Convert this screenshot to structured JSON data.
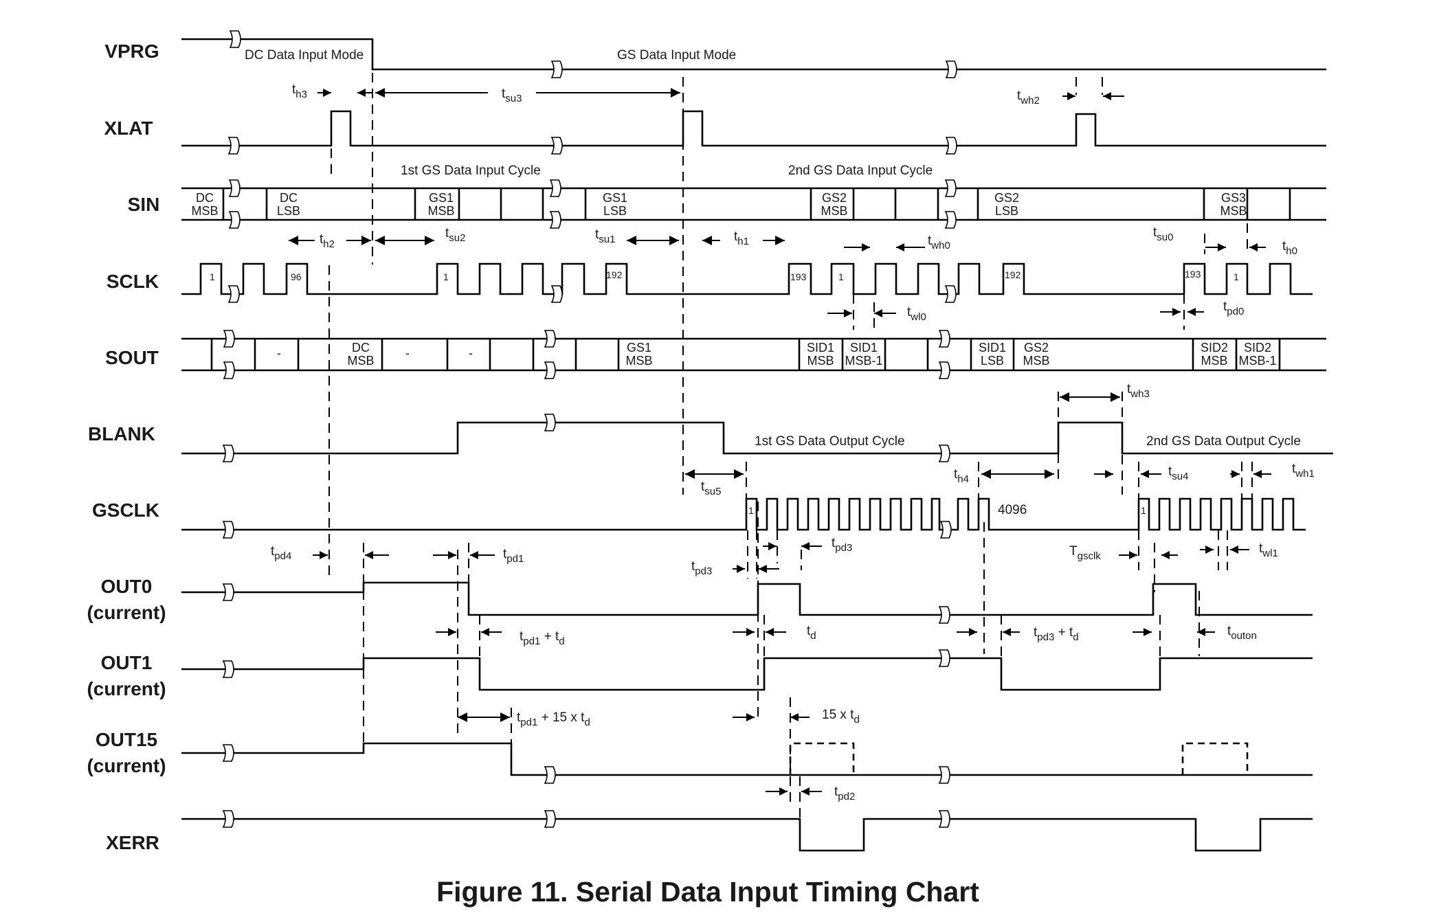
{
  "signals": [
    {
      "name": "VPRG"
    },
    {
      "name": "XLAT"
    },
    {
      "name": "SIN"
    },
    {
      "name": "SCLK"
    },
    {
      "name": "SOUT"
    },
    {
      "name": "BLANK"
    },
    {
      "name": "GSCLK"
    },
    {
      "name": "OUT0",
      "sub": "(current)"
    },
    {
      "name": "OUT1",
      "sub": "(current)"
    },
    {
      "name": "OUT15",
      "sub": "(current)"
    },
    {
      "name": "XERR"
    }
  ],
  "phases": {
    "dc_input_mode": "DC Data Input Mode",
    "gs_input_mode": "GS Data Input Mode",
    "gs_input_cycle_1": "1st GS Data Input Cycle",
    "gs_input_cycle_2": "2nd GS Data Input Cycle",
    "gs_output_cycle_1": "1st GS Data Output Cycle",
    "gs_output_cycle_2": "2nd GS Data Output Cycle"
  },
  "sin_cells": [
    [
      "DC",
      "MSB"
    ],
    [
      "DC",
      "LSB"
    ],
    [
      "GS1",
      "MSB"
    ],
    [
      "GS1",
      "LSB"
    ],
    [
      "GS2",
      "MSB"
    ],
    [
      "GS2",
      "LSB"
    ],
    [
      "GS3",
      "MSB"
    ]
  ],
  "sout_cells": [
    [
      "-"
    ],
    [
      "DC",
      "MSB"
    ],
    [
      "-"
    ],
    [
      "-"
    ],
    [
      "GS1",
      "MSB"
    ],
    [
      "SID1",
      "MSB"
    ],
    [
      "SID1",
      "MSB-1"
    ],
    [
      "SID1",
      "LSB"
    ],
    [
      "GS2",
      "MSB"
    ],
    [
      "SID2",
      "MSB"
    ],
    [
      "SID2",
      "MSB-1"
    ]
  ],
  "sclk_marks": [
    "1",
    "96",
    "1",
    "192",
    "193",
    "1",
    "192",
    "193",
    "1"
  ],
  "gsclk_marks": [
    "1",
    "4096",
    "1"
  ],
  "timing_params": [
    {
      "t": "t",
      "s": "h3"
    },
    {
      "t": "t",
      "s": "su3"
    },
    {
      "t": "t",
      "s": "wh2"
    },
    {
      "t": "t",
      "s": "h2"
    },
    {
      "t": "t",
      "s": "su2"
    },
    {
      "t": "t",
      "s": "su1"
    },
    {
      "t": "t",
      "s": "h1"
    },
    {
      "t": "t",
      "s": "wh0"
    },
    {
      "t": "t",
      "s": "su0"
    },
    {
      "t": "t",
      "s": "h0"
    },
    {
      "t": "t",
      "s": "wl0"
    },
    {
      "t": "t",
      "s": "pd0"
    },
    {
      "t": "t",
      "s": "wh3"
    },
    {
      "t": "t",
      "s": "su5"
    },
    {
      "t": "t",
      "s": "h4"
    },
    {
      "t": "t",
      "s": "su4"
    },
    {
      "t": "t",
      "s": "wh1"
    },
    {
      "t": "t",
      "s": "pd4"
    },
    {
      "t": "t",
      "s": "pd1"
    },
    {
      "t": "t",
      "s": "pd3"
    },
    {
      "t": "t",
      "s": "pd3"
    },
    {
      "t": "T",
      "s": "gsclk"
    },
    {
      "t": "t",
      "s": "wl1"
    },
    {
      "t": "t",
      "s": "d"
    },
    {
      "t": "t",
      "s": "outon"
    },
    {
      "t": "t",
      "s": "pd2"
    }
  ],
  "sum_params": [
    {
      "a": "t",
      "as": "pd1",
      "mid": " + t",
      "b": "d"
    },
    {
      "a": "t",
      "as": "pd3",
      "mid": " + t",
      "b": "d"
    },
    {
      "a": "t",
      "as": "pd1",
      "mid": " + 15 x t",
      "b": "d"
    },
    {
      "a": "15 x t",
      "as": "",
      "mid": "",
      "b": "d"
    }
  ],
  "caption": "Figure 11.  Serial Data Input Timing Chart"
}
